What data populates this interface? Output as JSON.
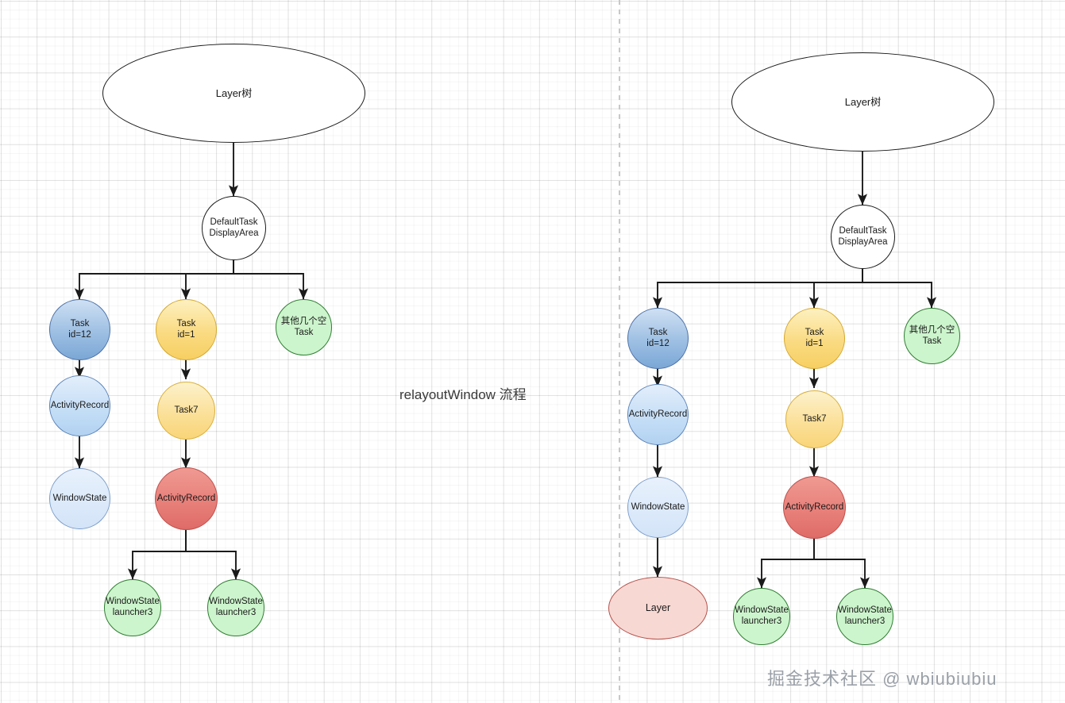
{
  "meta": {
    "center_label": "relayoutWindow 流程",
    "watermark": "掘金技术社区 @ wbiubiubiu"
  },
  "colors": {
    "stroke": "#1a1a1a",
    "blue_dark": "#9dbfe3",
    "blue_mid": "#c3ddf6",
    "blue_light": "#dbe9fa",
    "yellow": "#fadb82",
    "yellow_light": "#fbe099",
    "red": "#e8807a",
    "green": "#cdf5cd",
    "pink": "#f8d8d3",
    "divider": "#c8c8c8",
    "watermark": "#9aa0a8"
  },
  "left_tree": {
    "root": {
      "label": "Layer树"
    },
    "display_area": {
      "label": "DefaultTask\nDisplayArea"
    },
    "branches": [
      {
        "label": "Task\nid=12"
      },
      {
        "label": "Task\nid=1"
      },
      {
        "label": "其他几个空\nTask"
      }
    ],
    "blue_chain": [
      {
        "label": "ActivityRecord"
      },
      {
        "label": "WindowState"
      }
    ],
    "yellow_chain": [
      {
        "label": "Task7"
      },
      {
        "label": "ActivityRecord"
      }
    ],
    "leaves": [
      {
        "label": "WindowState\nlauncher3"
      },
      {
        "label": "WindowState\nlauncher3"
      }
    ]
  },
  "right_tree": {
    "root": {
      "label": "Layer树"
    },
    "display_area": {
      "label": "DefaultTask\nDisplayArea"
    },
    "branches": [
      {
        "label": "Task\nid=12"
      },
      {
        "label": "Task\nid=1"
      },
      {
        "label": "其他几个空\nTask"
      }
    ],
    "blue_chain": [
      {
        "label": "ActivityRecord"
      },
      {
        "label": "WindowState"
      }
    ],
    "layer_node": {
      "label": "Layer"
    },
    "yellow_chain": [
      {
        "label": "Task7"
      },
      {
        "label": "ActivityRecord"
      }
    ],
    "leaves": [
      {
        "label": "WindowState\nlauncher3"
      },
      {
        "label": "WindowState\nlauncher3"
      }
    ]
  }
}
